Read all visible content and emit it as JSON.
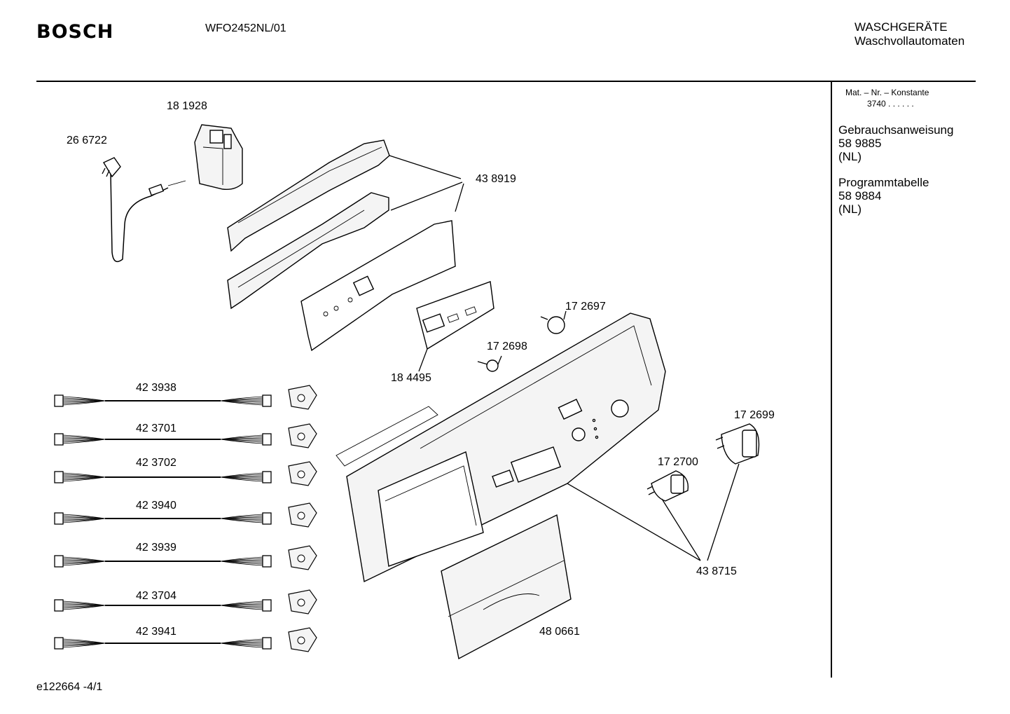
{
  "header": {
    "brand": "BOSCH",
    "model": "WFO2452NL/01",
    "category_line1": "WASCHGERÄTE",
    "category_line2": "Waschvollautomaten"
  },
  "sidebar": {
    "mat_label": "Mat. – Nr. – Konstante",
    "mat_value": "3740 . .  . . . .",
    "manual_title": "Gebrauchsanweisung",
    "manual_number": "58 9885",
    "manual_lang": "(NL)",
    "table_title": "Programmtabelle",
    "table_number": "58 9884",
    "table_lang": "(NL)"
  },
  "parts": {
    "power_cord": "26 6722",
    "suppressor": "18 1928",
    "control_module": "43 8919",
    "display_board": "18 4495",
    "knob_axle_small": "17 2698",
    "knob_axle_large": "17 2697",
    "knob_small": "17 2700",
    "knob_large": "17 2699",
    "front_panel": "43 8715",
    "drawer_handle": "48 0661",
    "harness_1": "42 3938",
    "harness_2": "42 3701",
    "harness_3": "42 3702",
    "harness_4": "42 3940",
    "harness_5": "42 3939",
    "harness_6": "42 3704",
    "harness_7": "42 3941"
  },
  "footer": {
    "drawing_id": "e122664 -4/1"
  }
}
